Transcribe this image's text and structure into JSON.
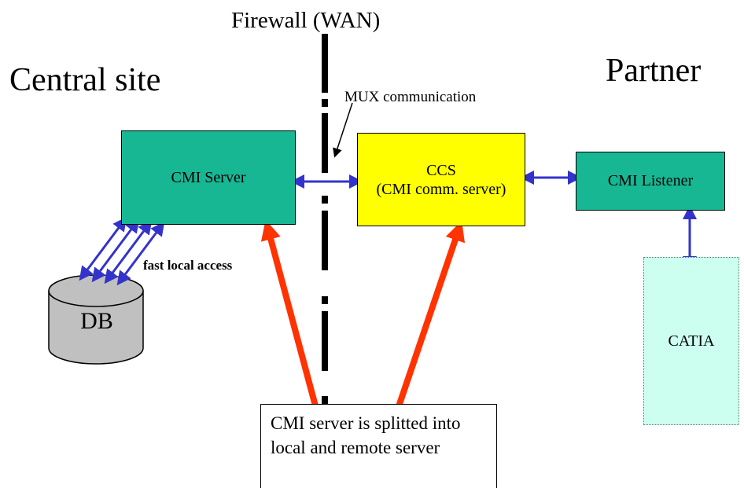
{
  "titles": {
    "firewall": "Firewall (WAN)",
    "central_site": "Central site",
    "partner": "Partner"
  },
  "labels": {
    "mux_communication": "MUX communication",
    "fast_local_access": "fast local access"
  },
  "nodes": {
    "cmi_server": "CMI Server",
    "ccs_line1": "CCS",
    "ccs_line2": "(CMI comm. server)",
    "cmi_listener": "CMI Listener",
    "catia": "CATIA",
    "db": "DB"
  },
  "note": "CMI server is splitted into local and remote server",
  "colors": {
    "node_green": "#17b794",
    "ccs_yellow": "#ffff00",
    "catia_fill": "#ccfff0",
    "db_gray": "#c0c0c0",
    "link_blue": "#3333cc",
    "pointer_red": "#ff3300",
    "firewall_black": "#000000"
  }
}
